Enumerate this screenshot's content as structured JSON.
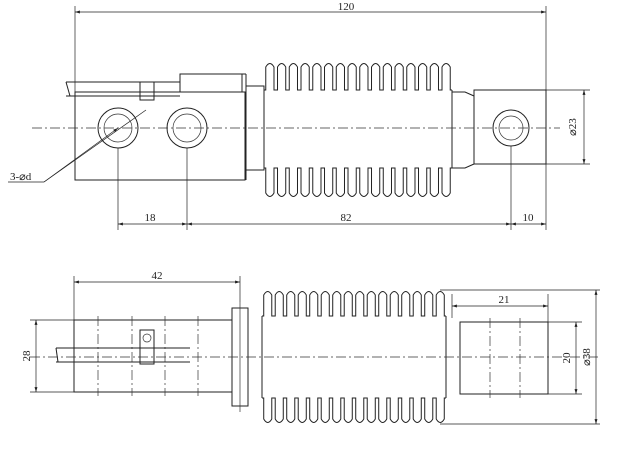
{
  "top_view": {
    "dim_overall": "120",
    "dim_left": "18",
    "dim_middle": "82",
    "dim_right": "10",
    "dim_diameter": "⌀23",
    "hole_note": "3-⌀d"
  },
  "bottom_view": {
    "dim_top": "42",
    "dim_right_top": "21",
    "dim_left": "28",
    "dim_right_inner": "20",
    "dim_right_outer": "⌀38"
  },
  "colors": {
    "line": "#222222",
    "background": "#ffffff"
  }
}
